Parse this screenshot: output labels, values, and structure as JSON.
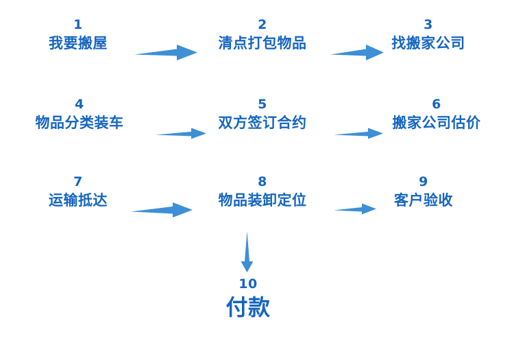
{
  "diagram": {
    "title_text_color": "#1565c0",
    "arrow_color": "#3d8fd6",
    "background_color": "#ffffff",
    "nodes": [
      {
        "number": "1",
        "label": "我要搬屋"
      },
      {
        "number": "2",
        "label": "清点打包物品"
      },
      {
        "number": "3",
        "label": "找搬家公司"
      },
      {
        "number": "4",
        "label": "物品分类装车"
      },
      {
        "number": "5",
        "label": "双方签订合约"
      },
      {
        "number": "6",
        "label": "搬家公司估价"
      },
      {
        "number": "7",
        "label": "运输抵达"
      },
      {
        "number": "8",
        "label": "物品装卸定位"
      },
      {
        "number": "9",
        "label": "客户验收"
      },
      {
        "number": "10",
        "label": "付款"
      }
    ],
    "connectors": [
      {
        "from": "1",
        "to": "2",
        "direction": "right"
      },
      {
        "from": "2",
        "to": "3",
        "direction": "right"
      },
      {
        "from": "4",
        "to": "5",
        "direction": "right"
      },
      {
        "from": "5",
        "to": "6",
        "direction": "right"
      },
      {
        "from": "7",
        "to": "8",
        "direction": "right"
      },
      {
        "from": "8",
        "to": "9",
        "direction": "right"
      },
      {
        "from": "8",
        "to": "10",
        "direction": "down"
      }
    ]
  }
}
